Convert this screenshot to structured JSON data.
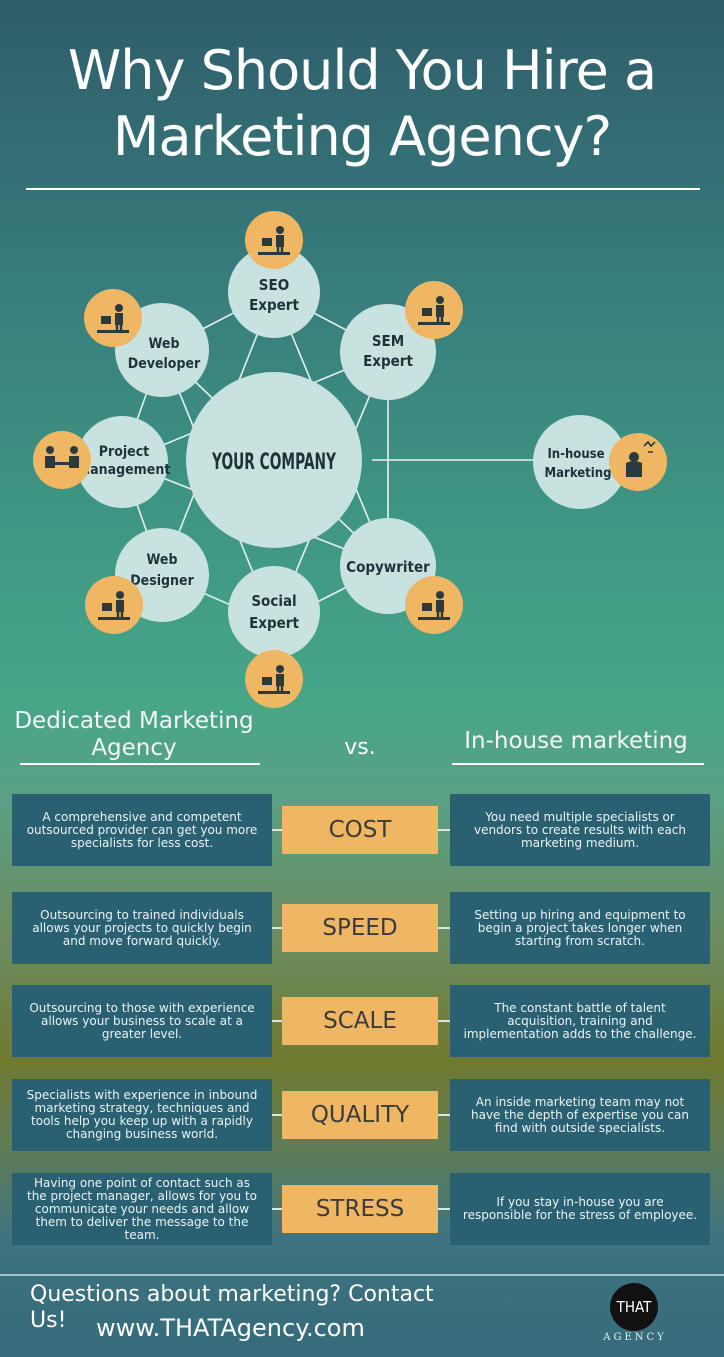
{
  "title": {
    "line1": "Why Should You Hire a",
    "line2": "Marketing Agency?"
  },
  "hub": {
    "label": "YOUR COMPANY"
  },
  "nodes": {
    "seo": {
      "line1": "SEO",
      "line2": "Expert"
    },
    "sem": {
      "line1": "SEM",
      "line2": "Expert"
    },
    "web_developer": {
      "line1": "Web",
      "line2": "Developer"
    },
    "project_management": {
      "line1": "Project",
      "line2": "Management"
    },
    "web_designer": {
      "line1": "Web",
      "line2": "Designer"
    },
    "social": {
      "line1": "Social",
      "line2": "Expert"
    },
    "copywriter": {
      "line1": "Copywriter"
    },
    "inhouse": {
      "line1": "In-house",
      "line2": "Marketing"
    }
  },
  "comparison": {
    "agency_heading_line1": "Dedicated Marketing",
    "agency_heading_line2": "Agency",
    "vs": "vs.",
    "inhouse_heading": "In-house marketing",
    "rows": [
      {
        "category": "COST",
        "agency": "A comprehensive and competent outsourced provider can get you more specialists for less cost.",
        "inhouse": "You need multiple specialists or vendors to create results with each marketing medium."
      },
      {
        "category": "SPEED",
        "agency": "Outsourcing to trained individuals allows your projects to quickly begin and move forward quickly.",
        "inhouse": "Setting up hiring and equipment to begin a project takes longer when starting from scratch."
      },
      {
        "category": "SCALE",
        "agency": "Outsourcing to those with experience allows your business to scale at a greater level.",
        "inhouse": "The constant battle of talent acquisition, training and implementation adds to the challenge."
      },
      {
        "category": "QUALITY",
        "agency": "Specialists with experience in inbound marketing strategy, techniques and tools help you keep up with a rapidly changing business world.",
        "inhouse": "An inside marketing team may not have the depth of expertise you can find with outside specialists."
      },
      {
        "category": "STRESS",
        "agency": "Having one point of contact such as the project manager, allows for you to communicate your needs and allow them to deliver the message to the team.",
        "inhouse": "If you stay in-house you are responsible for the stress of employee."
      }
    ]
  },
  "footer": {
    "question": "Questions about marketing? Contact Us!",
    "url": "www.THATAgency.com",
    "logo_text": "THAT",
    "logo_sub": "AGENCY"
  },
  "colors": {
    "node_fill": "#c8e3df",
    "icon_fill": "#efb664",
    "box_fill": "#2a6172",
    "category_fill": "#efb664"
  },
  "icons": [
    "desk-worker-icon",
    "meeting-icon",
    "stressed-person-icon"
  ]
}
